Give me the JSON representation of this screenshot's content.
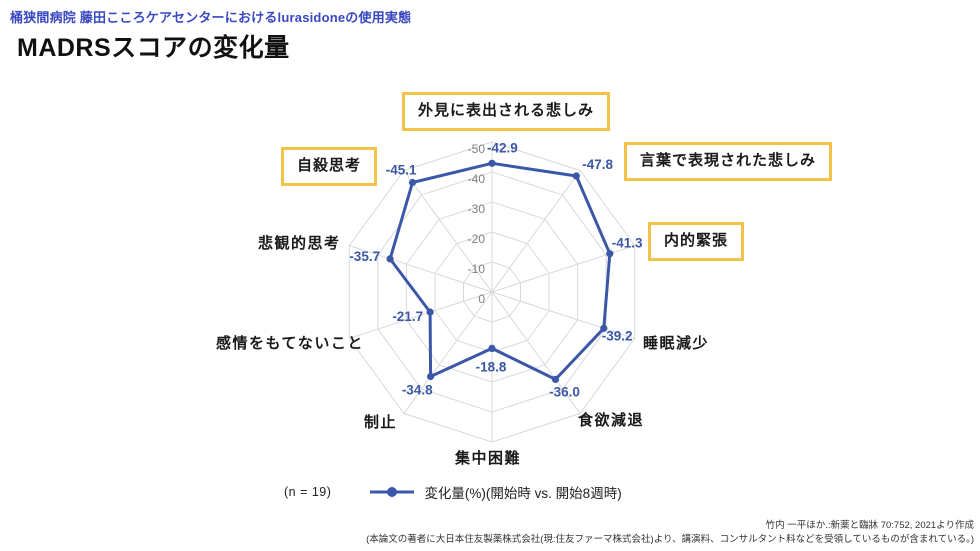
{
  "header": {
    "subtitle": "桶狭間病院 藤田こころケアセンターにおけるlurasidoneの使用実態",
    "title": "MADRSスコアの変化量"
  },
  "chart_data": {
    "type": "radar",
    "title": "MADRSスコアの変化量",
    "axes_order": "clockwise-from-top",
    "scale": {
      "center_value": 0,
      "outer_value": -50,
      "ring_step": -10,
      "tick_labels": [
        "0",
        "-10",
        "-20",
        "-30",
        "-40",
        "-50"
      ]
    },
    "categories": [
      {
        "label": "外見に表出される悲しみ",
        "value": -42.9,
        "value_label": "-42.9",
        "highlighted": true
      },
      {
        "label": "言葉で表現された悲しみ",
        "value": -47.8,
        "value_label": "-47.8",
        "highlighted": true
      },
      {
        "label": "内的緊張",
        "value": -41.3,
        "value_label": "-41.3",
        "highlighted": true
      },
      {
        "label": "睡眠減少",
        "value": -39.2,
        "value_label": "-39.2",
        "highlighted": false
      },
      {
        "label": "食欲減退",
        "value": -36.0,
        "value_label": "-36.0",
        "highlighted": false
      },
      {
        "label": "集中困難",
        "value": -18.8,
        "value_label": "-18.8",
        "highlighted": false
      },
      {
        "label": "制止",
        "value": -34.8,
        "value_label": "-34.8",
        "highlighted": false
      },
      {
        "label": "感情をもてないこと",
        "value": -21.7,
        "value_label": "-21.7",
        "highlighted": false
      },
      {
        "label": "悲観的思考",
        "value": -35.7,
        "value_label": "-35.7",
        "highlighted": false
      },
      {
        "label": "自殺思考",
        "value": -45.1,
        "value_label": "-45.1",
        "highlighted": true
      }
    ],
    "series": [
      {
        "name": "変化量(%)(開始時 vs. 開始8週時)",
        "values": [
          -42.9,
          -47.8,
          -41.3,
          -39.2,
          -36.0,
          -18.8,
          -34.8,
          -21.7,
          -35.7,
          -45.1
        ]
      }
    ],
    "legend_position": "bottom",
    "grid": true
  },
  "legend": {
    "sample_size": "(n = 19)",
    "series_label": "変化量(%)(開始時 vs. 開始8週時)"
  },
  "footer": {
    "citation": "竹内 一平ほか.:新薬と臨牀 70:752, 2021より作成",
    "disclosure": "(本論文の著者に大日本住友製薬株式会社(現:住友ファーマ株式会社)より、講演料、コンサルタント料などを受領しているものが含まれている。)"
  },
  "colors": {
    "accent_blue": "#3B57A8",
    "header_blue": "#3847C2",
    "highlight_border": "#F2C24B",
    "grid_gray": "#D9D9D9",
    "tick_gray": "#7F7F7F"
  }
}
